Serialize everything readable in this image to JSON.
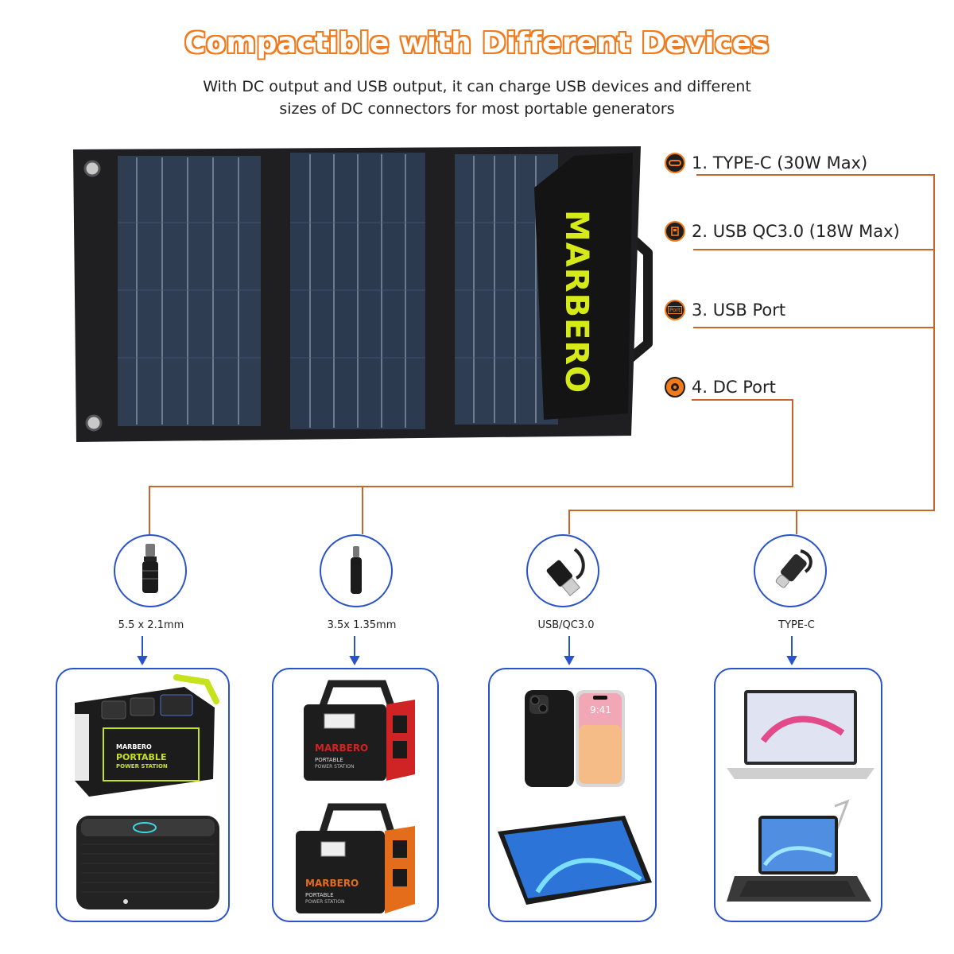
{
  "header": {
    "title": "Compactible with Different Devices",
    "subtitle_line1": "With DC output and USB output, it can charge USB devices and different",
    "subtitle_line2": "sizes of DC connectors for most portable generators"
  },
  "panel": {
    "brand": "MARBERO"
  },
  "ports": [
    {
      "label": "1. TYPE-C (30W Max)",
      "icon": "usb-c-port-icon"
    },
    {
      "label": "2. USB QC3.0 (18W Max)",
      "icon": "usb-qc-port-icon"
    },
    {
      "label": "3. USB Port",
      "icon": "usb-port-icon",
      "icon_text": "Port"
    },
    {
      "label": "4. DC Port",
      "icon": "dc-port-icon"
    }
  ],
  "connectors": [
    {
      "label": "5.5 x 2.1mm",
      "icon": "dc-barrel-plug-icon"
    },
    {
      "label": "3.5x 1.35mm",
      "icon": "dc-barrel-plug-small-icon"
    },
    {
      "label": "USB/QC3.0",
      "icon": "usb-a-plug-icon"
    },
    {
      "label": "TYPE-C",
      "icon": "usb-c-plug-icon"
    }
  ],
  "devices": {
    "power_station_1": {
      "brand": "MARBERO",
      "line1": "PORTABLE",
      "line2": "POWER STATION"
    },
    "power_station_2": {
      "brand": "MARBERO",
      "line1": "PORTABLE",
      "line2": "POWER STATION"
    },
    "power_station_3": {
      "brand": "MARBERO",
      "line1": "PORTABLE",
      "line2": "POWER STATION"
    },
    "phone_time": "9:41"
  },
  "colors": {
    "accent_orange": "#f07a1c",
    "line_brown": "#c8662a",
    "arrow_blue": "#2a52c9",
    "brand_yellow": "#d6ea1a"
  }
}
